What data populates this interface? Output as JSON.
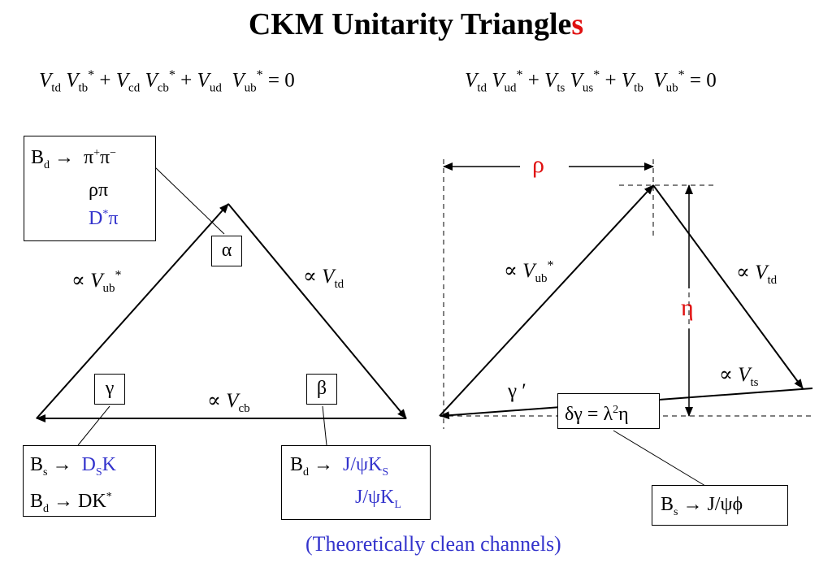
{
  "title": {
    "main": "CKM Unitarity Triangle",
    "suffix": "s"
  },
  "equation_left": {
    "terms": [
      {
        "a": "td",
        "b": "tb"
      },
      {
        "a": "cd",
        "b": "cb"
      },
      {
        "a": "ud",
        "b": "ub"
      }
    ],
    "rhs": "= 0"
  },
  "equation_right": {
    "terms": [
      {
        "a": "td",
        "b": "ud"
      },
      {
        "a": "ts",
        "b": "us"
      },
      {
        "a": "tb",
        "b": "ub"
      }
    ],
    "rhs": "= 0"
  },
  "symbols": {
    "V": "V",
    "star": "*",
    "plus": "+",
    "prop": "∝"
  },
  "left_triangle": {
    "side_left": {
      "sub": "ub",
      "sup": "*"
    },
    "side_right": {
      "sub": "td"
    },
    "side_bottom": {
      "sub": "cb"
    },
    "angles": {
      "alpha": "α",
      "beta": "β",
      "gamma": "γ"
    },
    "box_alpha": {
      "l1_b": "B",
      "l1_sub": "d",
      "arrow": "→",
      "l1_p1": "π",
      "l1_sup1": "+",
      "l1_p2": "π",
      "l1_sup2": "−",
      "l2": "ρπ",
      "l3_a": "D",
      "l3_sup": "*",
      "l3_b": "π"
    },
    "box_gamma": {
      "l1_b": "B",
      "l1_sub": "s",
      "arrow": "→",
      "l1_d": "D",
      "l1_dsub": "S",
      "l1_k": "K",
      "l2_b": "B",
      "l2_sub": "d",
      "l2_rest": "DK",
      "l2_sup": "*"
    },
    "box_beta": {
      "l1_b": "B",
      "l1_sub": "d",
      "arrow": "→",
      "l1_j": "J/ψK",
      "l1_jsub": "S",
      "l2_j": "J/ψK",
      "l2_jsub": "L"
    }
  },
  "right_triangle": {
    "rho": "ρ",
    "eta": "η",
    "gamma_prime": "γ ′",
    "side_left": {
      "sub": "ub",
      "sup": "*"
    },
    "side_right": {
      "sub": "td"
    },
    "side_small": {
      "sub": "ts"
    },
    "delta_box": {
      "a": "δγ = λ",
      "sup": "2",
      "b": "η"
    },
    "bs_box": {
      "b": "B",
      "sub": "s",
      "arrow": "→",
      "rest": "J/ψϕ"
    }
  },
  "footnote": "(Theoretically clean channels)",
  "colors": {
    "blue": "#3333cc",
    "red": "#e01010",
    "black": "#000000"
  }
}
